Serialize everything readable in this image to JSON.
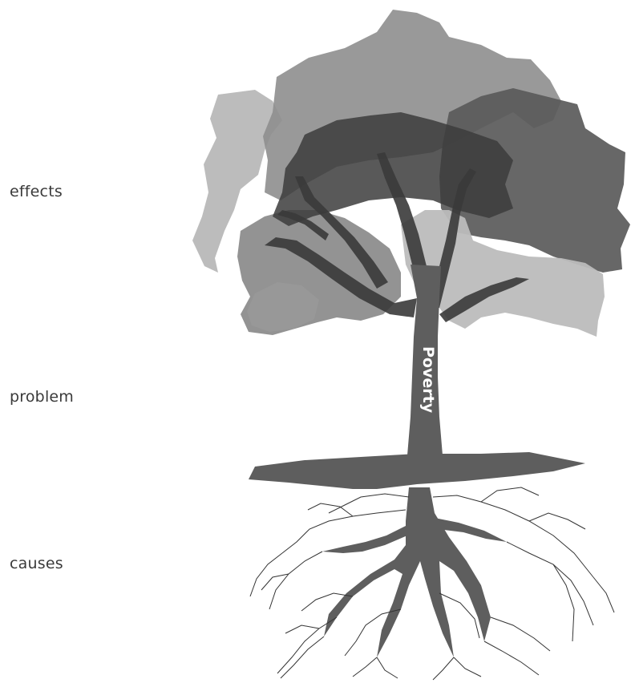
{
  "labels": {
    "effects": "effects",
    "problem": "problem",
    "causes": "causes"
  },
  "trunk_label": "Poverty",
  "colors": {
    "trunk": "#5e5e5e",
    "canopy_light": "#b8b8b8",
    "canopy_mid": "#8e8e8e",
    "canopy_dark": "#5a5a5a",
    "canopy_darkest": "#3a3a3a",
    "root_line": "#333333",
    "label_text": "#3a3a3a"
  }
}
